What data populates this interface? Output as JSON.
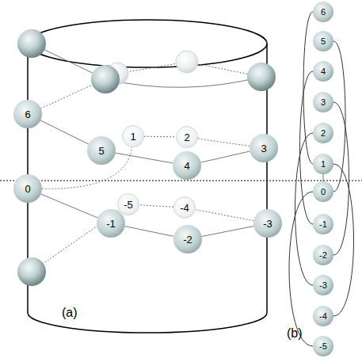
{
  "diagram": {
    "nodes": [
      {
        "text": [
          "6"
        ]
      },
      {
        "text": [
          "1"
        ]
      },
      {
        "text": [
          "2"
        ]
      },
      {
        "text": [
          "5"
        ]
      },
      {
        "text": [
          "3"
        ]
      },
      {
        "text": [
          "4"
        ]
      },
      {
        "text": [
          "0"
        ]
      },
      {
        "text": [
          "-5"
        ]
      },
      {
        "text": [
          "-4"
        ]
      },
      {
        "text": [
          "-1"
        ]
      },
      {
        "text": [
          "-3"
        ]
      },
      {
        "text": [
          "-2"
        ]
      },
      {
        "text": [
          "6"
        ]
      },
      {
        "text": [
          "5"
        ]
      },
      {
        "text": [
          "4"
        ]
      },
      {
        "text": [
          "3"
        ]
      },
      {
        "text": [
          "2"
        ]
      },
      {
        "text": [
          "1"
        ]
      },
      {
        "text": [
          "0"
        ]
      },
      {
        "text": [
          "-1"
        ]
      },
      {
        "text": [
          "-2"
        ]
      },
      {
        "text": [
          "-3"
        ]
      },
      {
        "text": [
          "-4"
        ]
      },
      {
        "text": [
          "-5"
        ]
      }
    ],
    "edges": [
      {
        "from": 3,
        "to": 0,
        "arrow": "none"
      },
      {
        "from": 5,
        "to": 3,
        "arrow": "none"
      },
      {
        "from": 4,
        "to": 5,
        "arrow": "none"
      },
      {
        "from": 2,
        "to": 4,
        "arrow": "none"
      },
      {
        "from": 1,
        "to": 2,
        "arrow": "none"
      },
      {
        "from": 6,
        "to": 1,
        "arrow": "none"
      },
      {
        "from": 6,
        "to": 9,
        "arrow": "none"
      },
      {
        "from": 9,
        "to": 11,
        "arrow": "none"
      },
      {
        "from": 11,
        "to": 10,
        "arrow": "none"
      },
      {
        "from": 10,
        "to": 8,
        "arrow": "none"
      },
      {
        "from": 8,
        "to": 7,
        "arrow": "none"
      },
      {
        "from": 17,
        "to": 18,
        "arrow": "none"
      },
      {
        "from": 23,
        "to": 18,
        "arrow": "none"
      },
      {
        "from": 22,
        "to": 17,
        "arrow": "none"
      },
      {
        "from": 21,
        "to": 16,
        "arrow": "none"
      },
      {
        "from": 20,
        "to": 15,
        "arrow": "none"
      },
      {
        "from": 19,
        "to": 14,
        "arrow": "none"
      },
      {
        "from": 18,
        "to": 13,
        "arrow": "none"
      },
      {
        "from": 17,
        "to": 12,
        "arrow": "none"
      }
    ],
    "labels": [
      "(a)",
      "(b)"
    ]
  }
}
